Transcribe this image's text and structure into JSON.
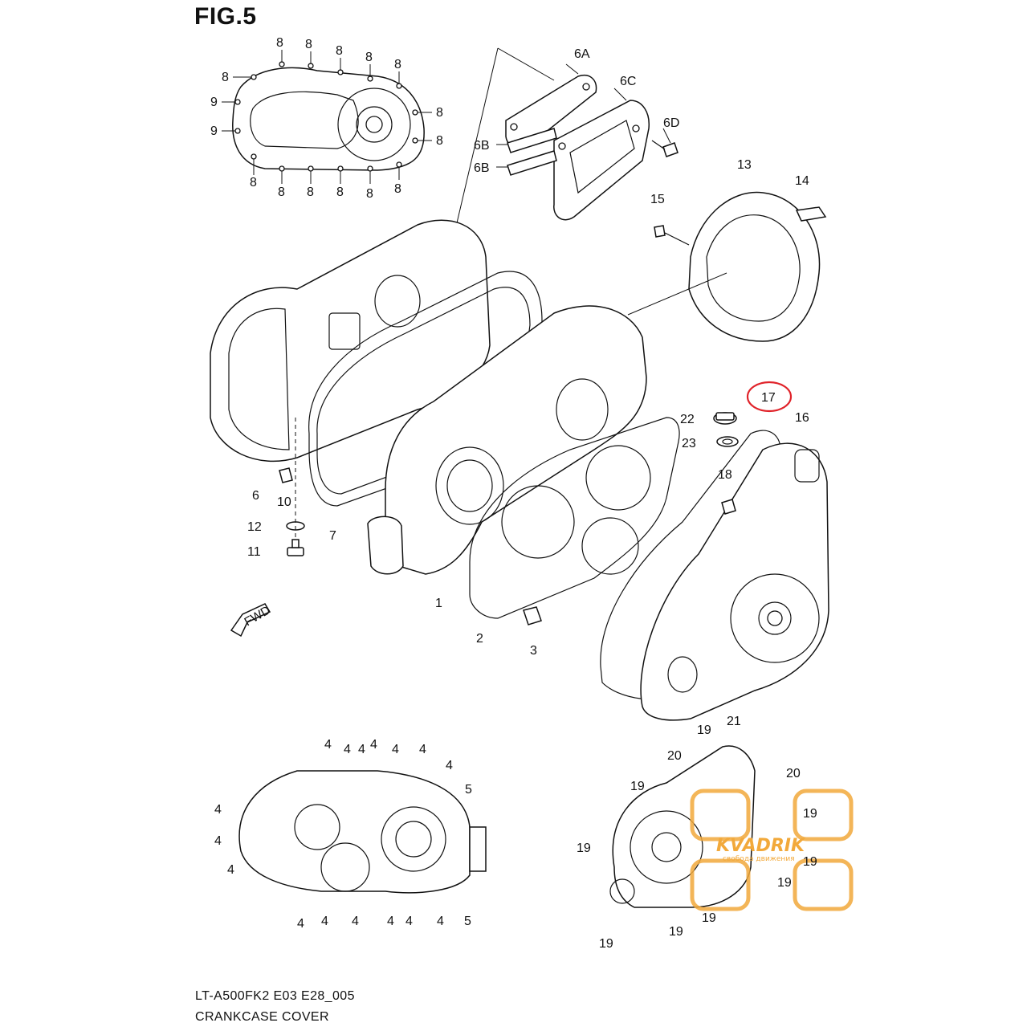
{
  "figure": {
    "title": "FIG.5"
  },
  "footer": {
    "model_code": "LT-A500FK2 E03 E28_005",
    "part_group": "CRANKCASE COVER"
  },
  "callout": {
    "highlighted_part": "17",
    "highlight_color": "#e0232a"
  },
  "watermark": {
    "brand": "KVADRIK",
    "tagline": "свобода движения",
    "color": "#f2a93b"
  },
  "fwd_arrow": {
    "label": "FWD"
  },
  "part_labels": {
    "p1": "1",
    "p2": "2",
    "p3": "3",
    "p4": "4",
    "p5": "5",
    "p6": "6",
    "p6a": "6A",
    "p6b": "6B",
    "p6c": "6C",
    "p6d": "6D",
    "p7": "7",
    "p8": "8",
    "p9": "9",
    "p10": "10",
    "p11": "11",
    "p12": "12",
    "p13": "13",
    "p14": "14",
    "p15": "15",
    "p16": "16",
    "p17": "17",
    "p18": "18",
    "p19": "19",
    "p20": "20",
    "p21": "21",
    "p22": "22",
    "p23": "23"
  }
}
